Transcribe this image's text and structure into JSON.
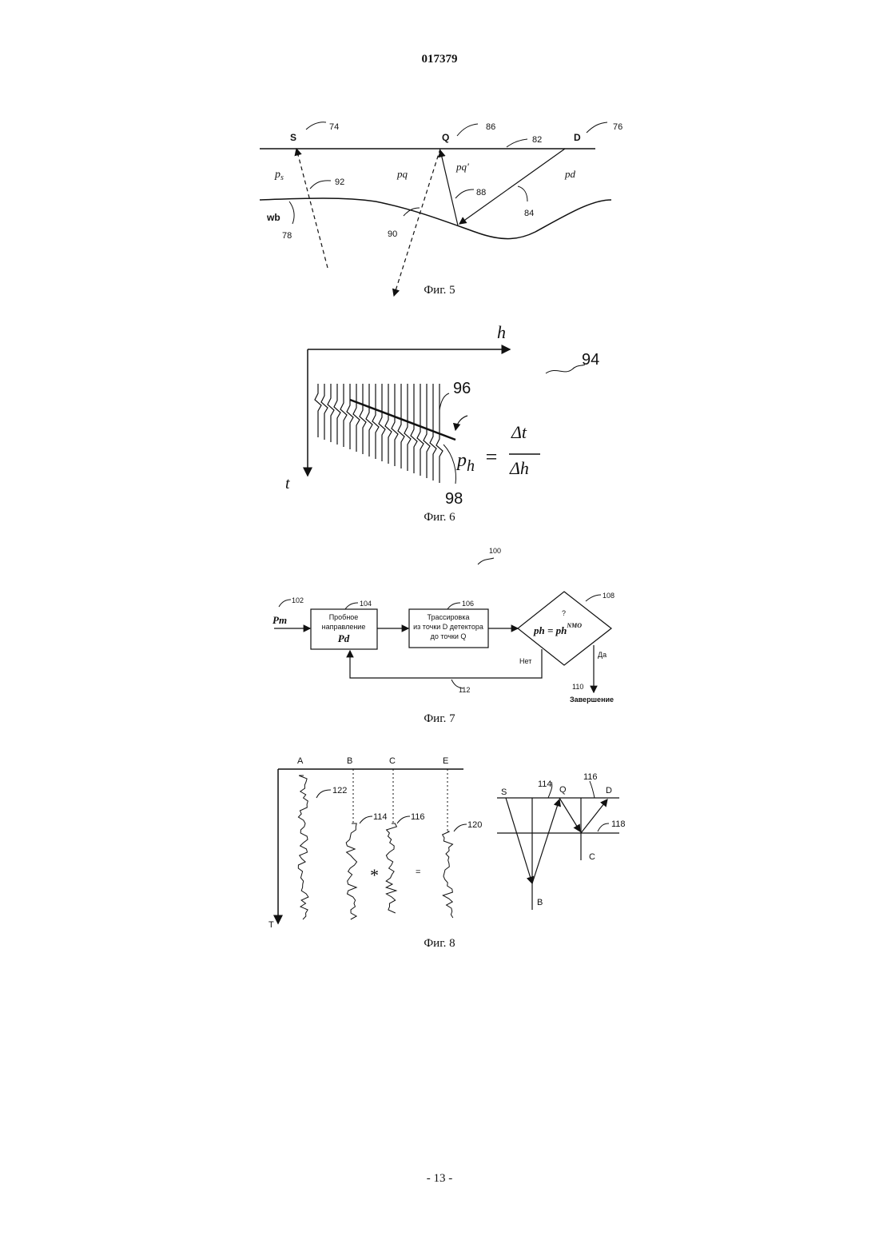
{
  "header": {
    "doc_number": "017379"
  },
  "footer": {
    "page_number": "- 13 -"
  },
  "fig5": {
    "caption": "Фиг. 5",
    "labels": {
      "S": "S",
      "Q": "Q",
      "D": "D",
      "n74": "74",
      "n86": "86",
      "n82": "82",
      "n76": "76",
      "ps": "p",
      "ps_sub": "s",
      "pq": "pq",
      "pq2": "pq'",
      "pd": "pd",
      "n92": "92",
      "n88": "88",
      "n84": "84",
      "n90": "90",
      "n78": "78",
      "wb": "wb"
    }
  },
  "fig6": {
    "caption": "Фиг. 6",
    "labels": {
      "h": "h",
      "t": "t",
      "n94": "94",
      "n96": "96",
      "n98": "98",
      "p": "p",
      "p_sub": "h",
      "eq": "=",
      "num": "Δt",
      "den": "Δh"
    }
  },
  "fig7": {
    "caption": "Фиг. 7",
    "labels": {
      "n100": "100",
      "n102": "102",
      "n104": "104",
      "n106": "106",
      "n108": "108",
      "n110": "110",
      "n112": "112",
      "pm": "Pm",
      "box1_line1": "Пробное",
      "box1_line2": "направление",
      "box1_line3": "Pd",
      "box2_line1": "Трассировка",
      "box2_line2": "из точки D детектора",
      "box2_line3": "до точки Q",
      "question": "?",
      "cond": "ph = ph",
      "cond_sup": "NMO",
      "no": "Нет",
      "yes": "Да",
      "finish": "Завершение"
    }
  },
  "fig8": {
    "caption": "Фиг. 8",
    "labels": {
      "A": "A",
      "B": "B",
      "C": "C",
      "E": "E",
      "T": "T",
      "n122": "122",
      "n114": "114",
      "n116": "116",
      "n120": "120",
      "star": "*",
      "equals": "=",
      "rS": "S",
      "r114": "114",
      "rQ": "Q",
      "r116": "116",
      "rD": "D",
      "r118": "118",
      "rC": "C",
      "rB": "B"
    }
  }
}
